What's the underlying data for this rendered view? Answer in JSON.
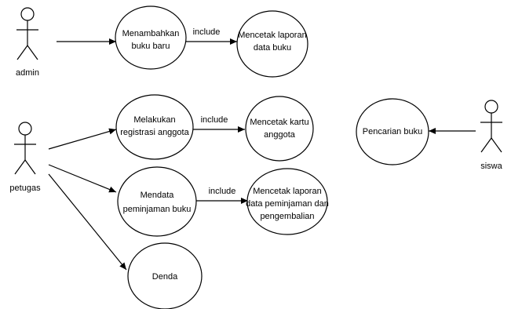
{
  "actors": {
    "admin": "admin",
    "petugas": "petugas",
    "siswa": "siswa"
  },
  "use_cases": {
    "menambahkan_buku": [
      "Menambahkan",
      "buku baru"
    ],
    "mencetak_laporan_buku": [
      "Mencetak laporan",
      "data buku"
    ],
    "melakukan_registrasi": [
      "Melakukan",
      "registrasi anggota"
    ],
    "mencetak_kartu": [
      "Mencetak kartu",
      "anggota"
    ],
    "mendata_peminjaman": [
      "Mendata",
      "peminjaman buku"
    ],
    "mencetak_laporan_peminjaman": [
      "Mencetak laporan",
      "data peminjaman dan",
      "pengembalian"
    ],
    "denda": [
      "Denda"
    ],
    "pencarian_buku": [
      "Pencarian buku"
    ]
  },
  "relations": {
    "include_1": "include",
    "include_2": "include",
    "include_3": "include"
  },
  "colors": {
    "line": "#000000",
    "background": "#ffffff"
  }
}
